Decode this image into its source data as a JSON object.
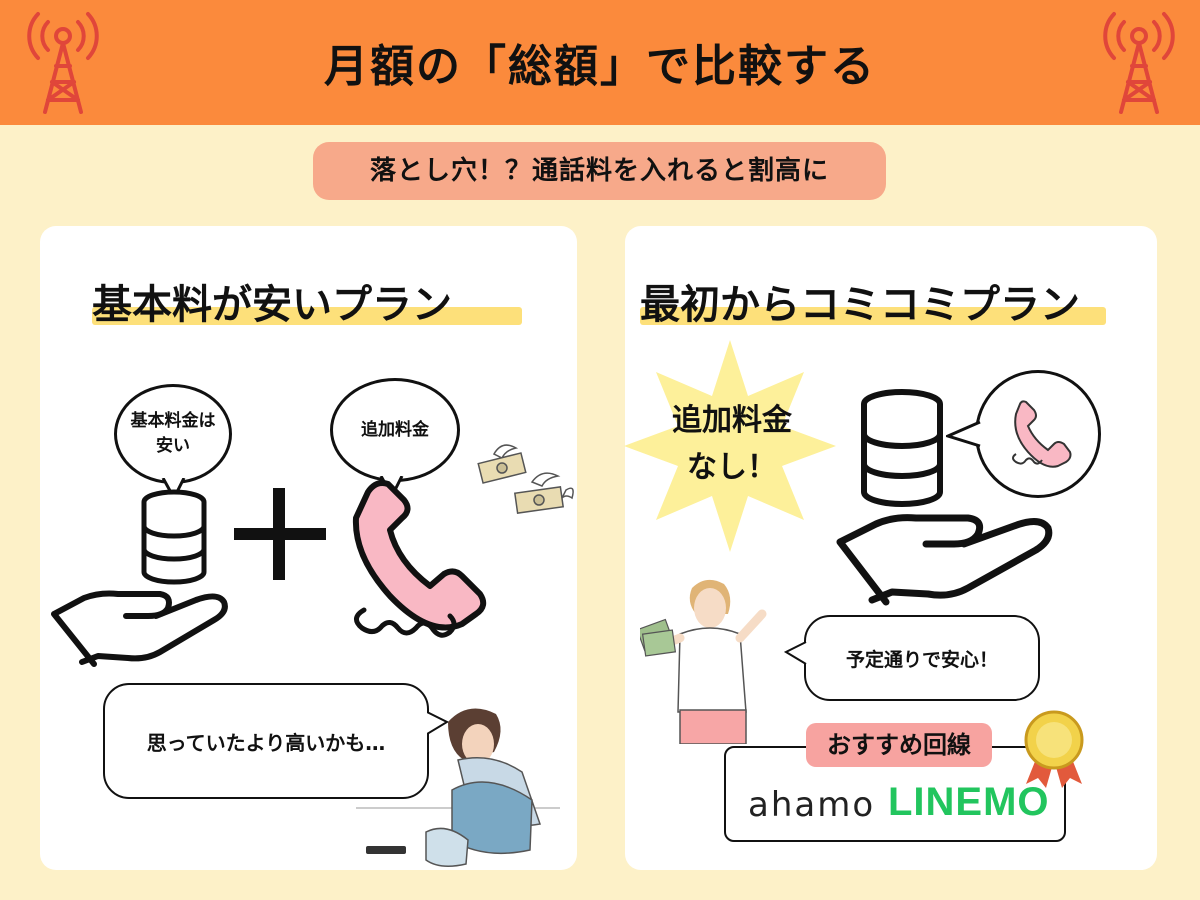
{
  "header": {
    "title": "月額の「総額」で比較する",
    "subtitle": "落とし穴！？通話料を入れると割高に"
  },
  "left_card": {
    "title": "基本料が安いプラン",
    "bubble_basic": "基本料金は\n安い",
    "bubble_extra": "追加料金",
    "speech": "思っていたより高いかも…"
  },
  "right_card": {
    "title": "最初からコミコミプラン",
    "burst": "追加料金\nなし！",
    "speech": "予定通りで安心！",
    "recommend_label": "おすすめ回線",
    "logos": [
      "ahamo",
      "LINEMO"
    ]
  },
  "colors": {
    "header": "#fb8a3c",
    "background": "#fdf1c8",
    "subtitle": "#f7a98a",
    "highlight": "#fde07a",
    "phone": "#f9b8c4",
    "linemo": "#22c55e"
  },
  "icons": [
    "radio-tower-icon",
    "coin-stack-icon",
    "hand-icon",
    "plus-icon",
    "phone-icon",
    "flying-money-icon",
    "medal-icon"
  ]
}
